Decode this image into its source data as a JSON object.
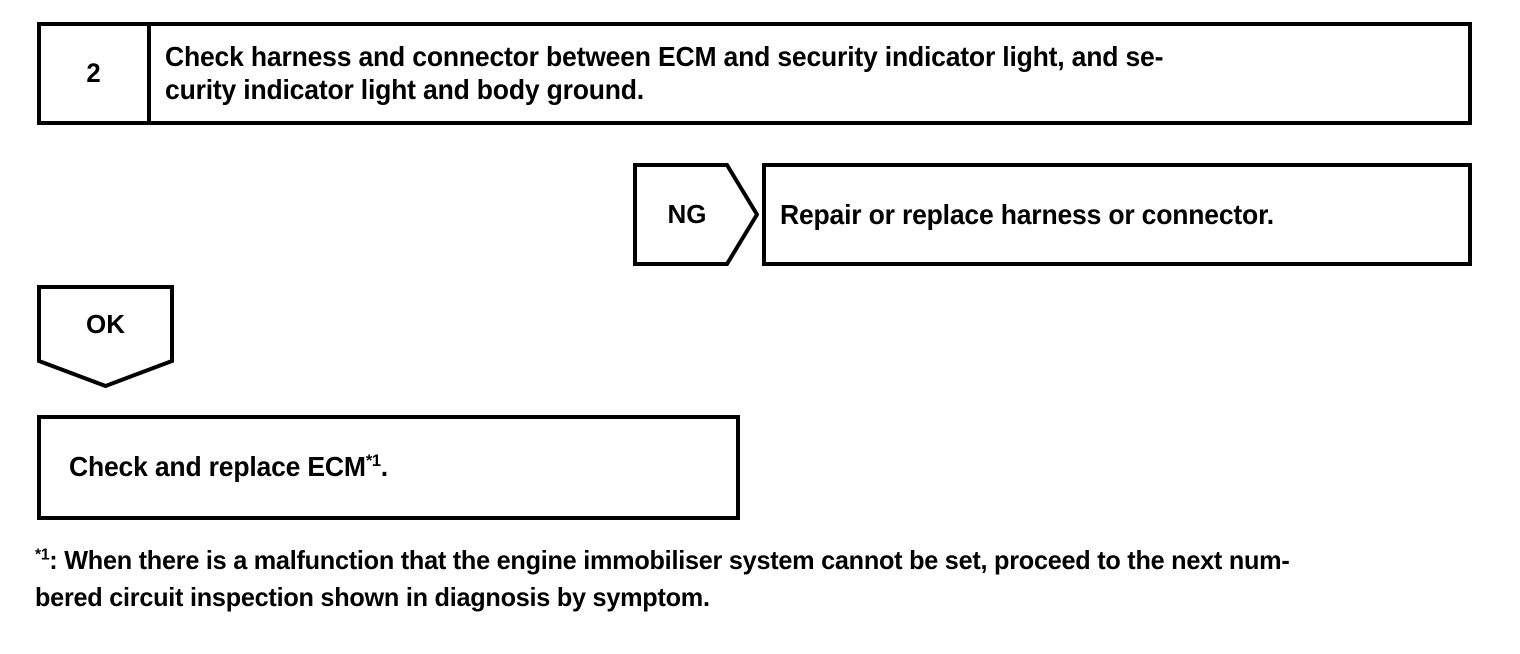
{
  "document": {
    "type": "diagnostic-flowchart",
    "background_color": "#ffffff",
    "ink_color": "#000000"
  },
  "step": {
    "number": "2",
    "instruction_line_1": "Check harness and connector between ECM and security indicator light, and se-",
    "instruction_line_2": "curity indicator light and body ground.",
    "instruction_full": "Check harness and connector between ECM and security indicator light, and security indicator light and body ground."
  },
  "branches": {
    "ng": {
      "label": "NG",
      "shape": "pentagon-arrow-right",
      "result_text": "Repair or replace harness or connector."
    },
    "ok": {
      "label": "OK",
      "shape": "pentagon-arrow-down",
      "result_prefix": "Check and replace ECM",
      "result_superscript": "*1",
      "result_suffix": "."
    }
  },
  "footnote": {
    "marker": "*1",
    "separator": ": ",
    "line_1": "When there is a malfunction that the engine immobiliser system cannot be set, proceed to the next num-",
    "line_2": "bered circuit inspection shown in diagnosis by symptom.",
    "full_text": "*1: When there is a malfunction that the engine immobiliser system cannot be set, proceed to the next numbered circuit inspection shown in diagnosis by symptom."
  }
}
